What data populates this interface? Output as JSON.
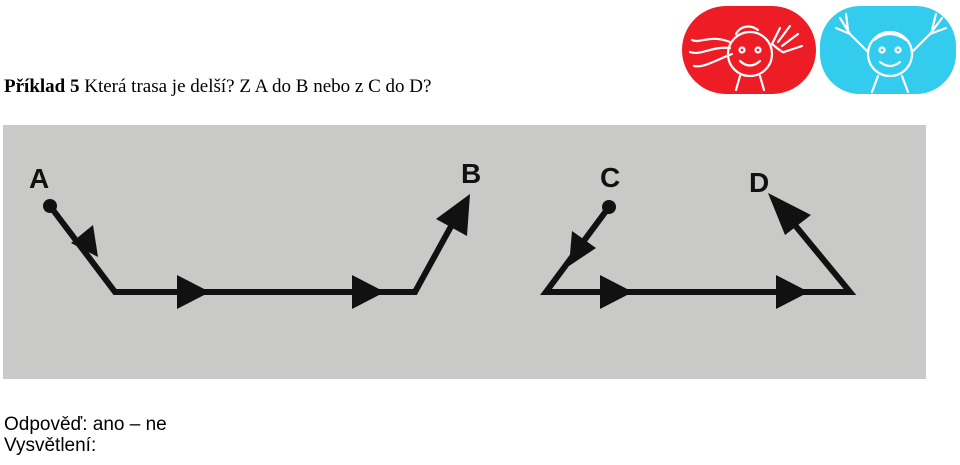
{
  "heading": {
    "example_label": "Příklad 5",
    "question": "Která trasa je delší? Z A do B nebo z C do D?"
  },
  "logos": [
    {
      "name": "girl-face-logo",
      "color": "#ee1c25"
    },
    {
      "name": "boy-face-logo",
      "color": "#33ccee"
    }
  ],
  "figure": {
    "background": "#c9c9c7",
    "points": {
      "a": "A",
      "b": "B",
      "c": "C",
      "d": "D"
    }
  },
  "answer": {
    "prompt": "Odpověď: ano – ne",
    "explanation": "Vysvětlení:"
  }
}
